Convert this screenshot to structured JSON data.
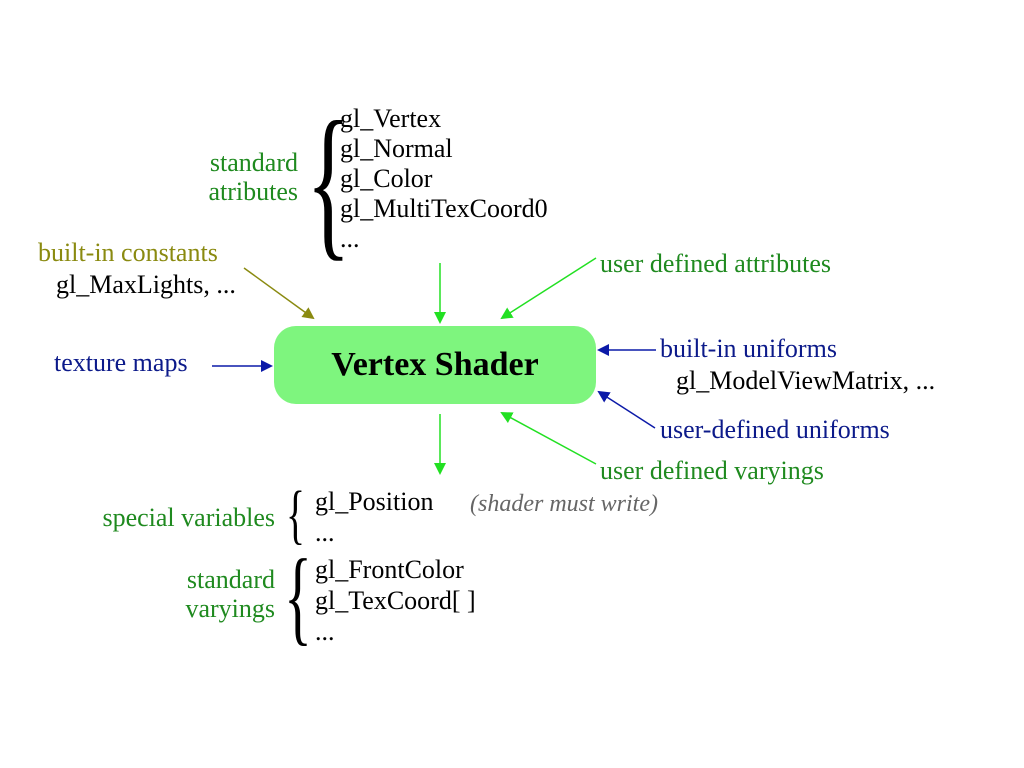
{
  "shader_label": "Vertex Shader",
  "standard_attributes": {
    "label_line1": "standard",
    "label_line2": "atributes",
    "items": [
      "gl_Vertex",
      "gl_Normal",
      "gl_Color",
      "gl_MultiTexCoord0",
      "..."
    ]
  },
  "builtin_constants": {
    "label": "built-in constants",
    "example": "gl_MaxLights, ..."
  },
  "user_defined_attributes": {
    "label": "user defined attributes"
  },
  "texture_maps": {
    "label": "texture maps"
  },
  "builtin_uniforms": {
    "label": "built-in uniforms",
    "example": "gl_ModelViewMatrix, ..."
  },
  "user_defined_uniforms": {
    "label": "user-defined uniforms"
  },
  "user_defined_varyings": {
    "label": "user defined varyings"
  },
  "special_variables": {
    "label": "special variables",
    "items": [
      "gl_Position",
      "..."
    ],
    "note": "(shader must write)"
  },
  "standard_varyings": {
    "label_line1": "standard",
    "label_line2": "varyings",
    "items": [
      "gl_FrontColor",
      "gl_TexCoord[ ]",
      "..."
    ]
  },
  "colors": {
    "shader_fill": "#7ef57e",
    "green_text": "#1f8a1f",
    "olive_text": "#8a8a10",
    "navy_text": "#0c1a8a",
    "green_arrow": "#22e022",
    "olive_arrow": "#8a8a10",
    "navy_arrow": "#0c1aa8"
  }
}
